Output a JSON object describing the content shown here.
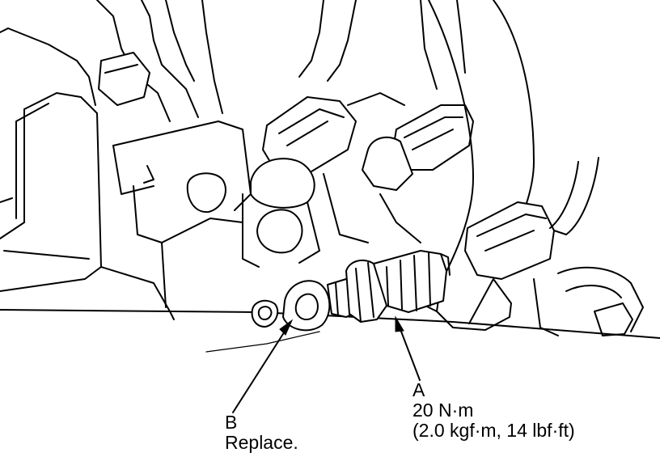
{
  "callouts": {
    "a": {
      "letter": "A",
      "torque_metric": "20 N·m",
      "torque_imperial": "(2.0 kgf·m, 14 lbf·ft)"
    },
    "b": {
      "letter": "B",
      "instruction": "Replace."
    }
  }
}
